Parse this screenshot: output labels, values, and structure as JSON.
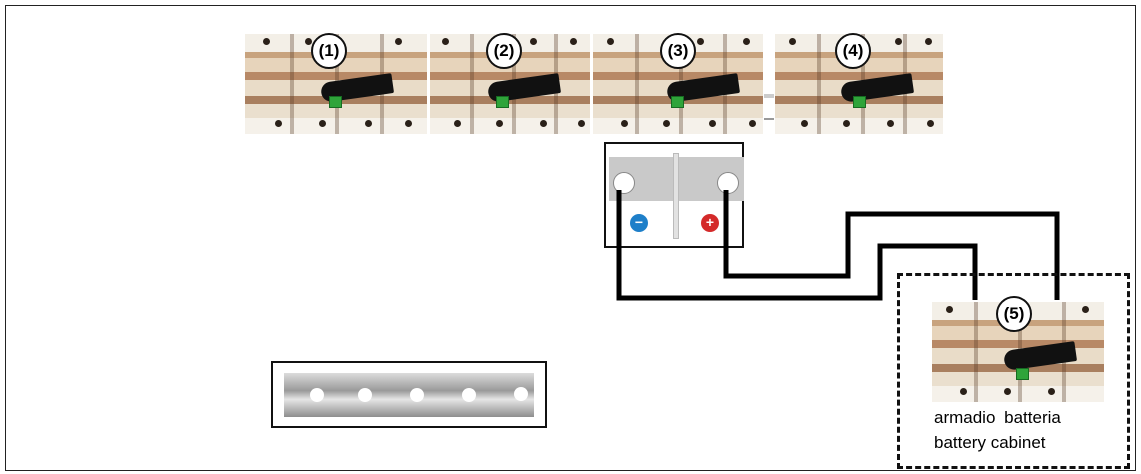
{
  "diagram": {
    "breakers": [
      {
        "label": "(1)"
      },
      {
        "label": "(2)"
      },
      {
        "label": "(3)"
      },
      {
        "label": "(4)"
      }
    ],
    "cabinet_breaker": {
      "label": "(5)"
    },
    "battery": {
      "negative_symbol": "−",
      "positive_symbol": "+",
      "negative_color": "#1e7fc9",
      "positive_color": "#d42a2a"
    },
    "cabinet": {
      "label_it": "armadio  batteria",
      "label_en": "battery cabinet"
    },
    "colors": {
      "wire": "#000000",
      "handle": "#111111",
      "indicator": "#2fa43a"
    }
  }
}
